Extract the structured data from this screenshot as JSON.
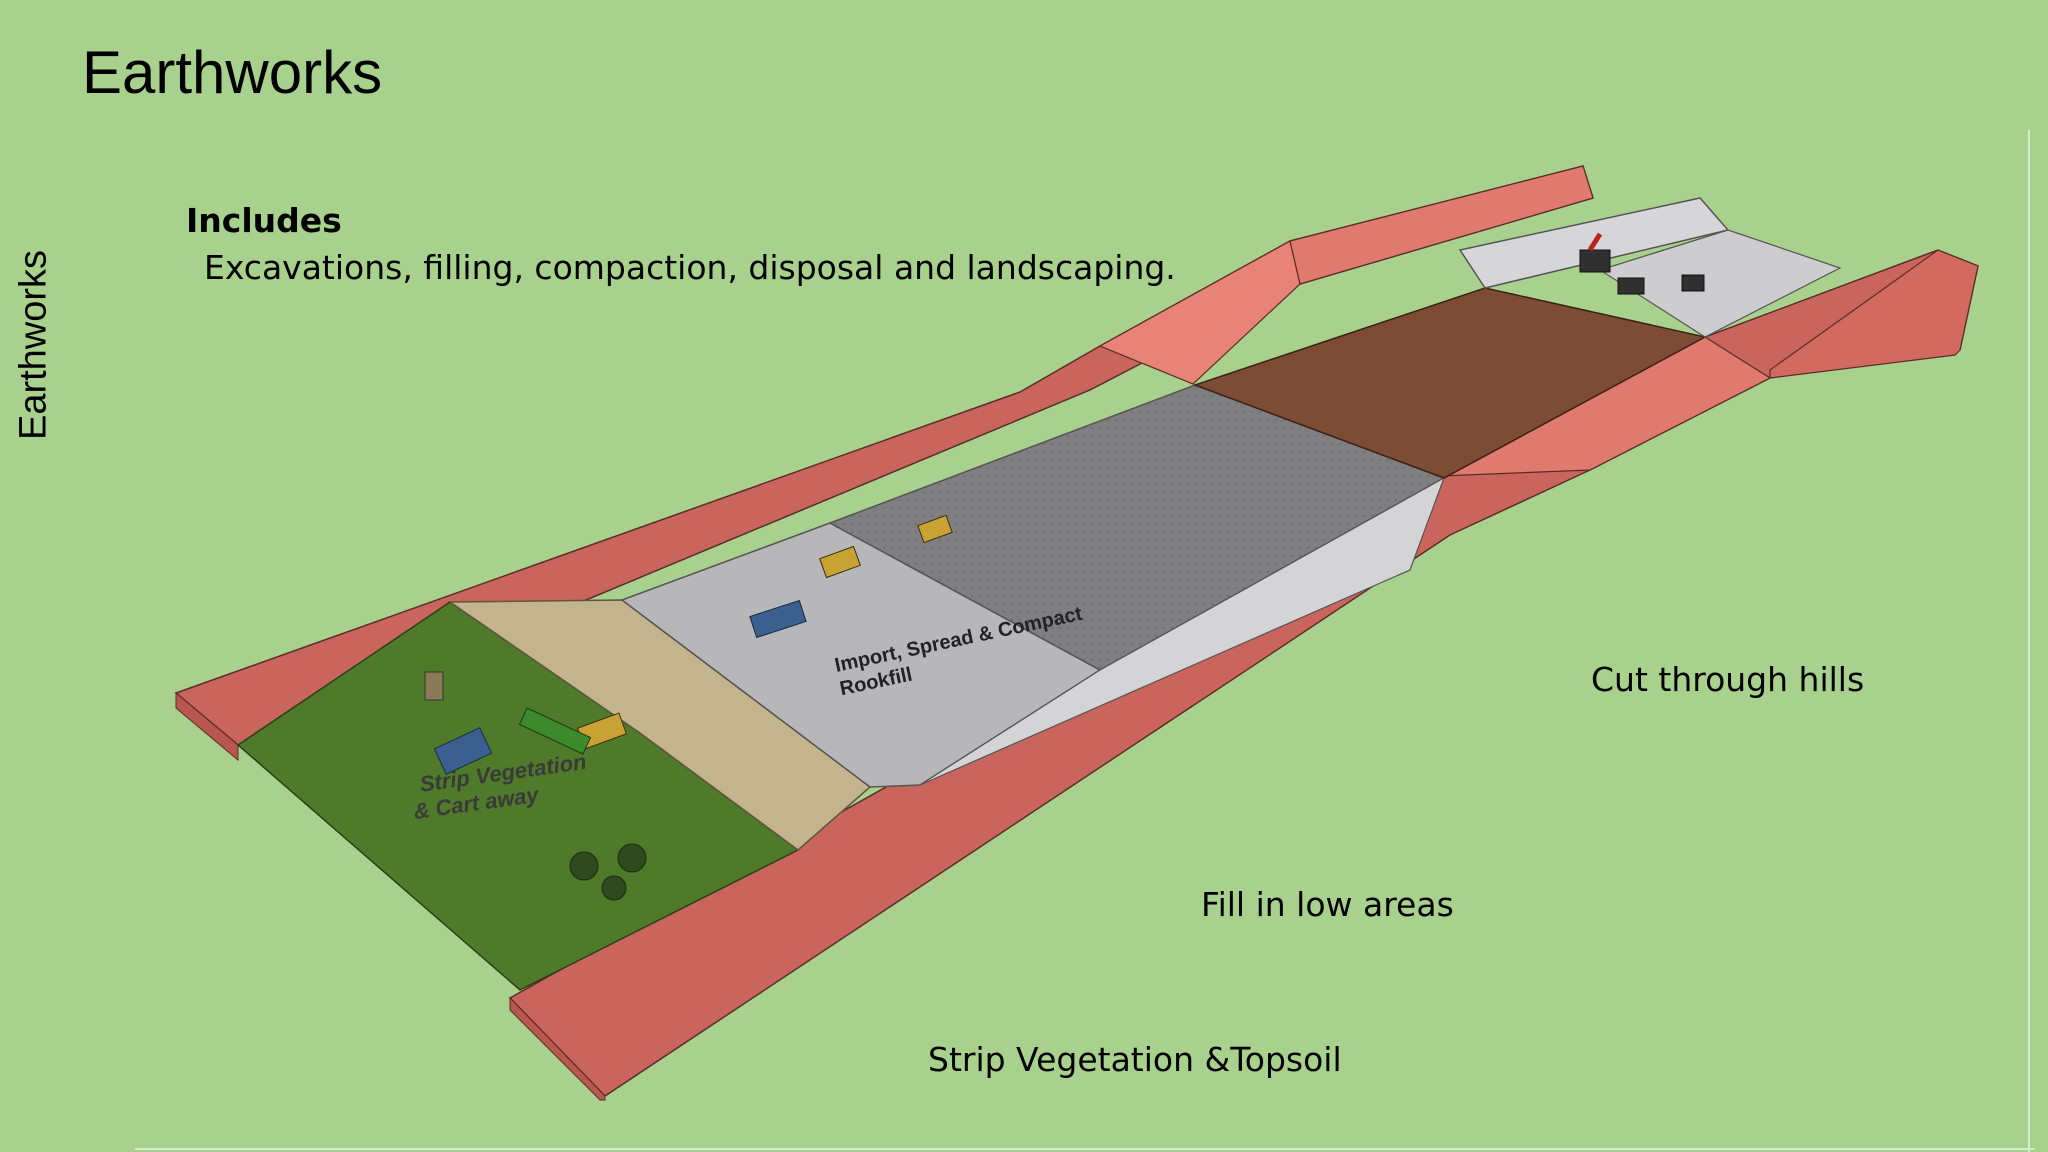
{
  "slide": {
    "title": "Earthworks",
    "side_title": "Earthworks",
    "includes_heading": "Includes",
    "includes_text": "Excavations, filling, compaction, disposal and landscaping."
  },
  "diagram": {
    "labels": {
      "strip_area": [
        "Strip Vegetation",
        "& Cart away"
      ],
      "rockfill_area": [
        "Import, Spread & Compact",
        "Rookfill"
      ]
    },
    "captions": {
      "cut": "Cut through hills",
      "fill": "Fill in low areas",
      "strip": "Strip Vegetation &Topsoil"
    },
    "colors": {
      "background": "#a9d18e",
      "embankment": "#c9655c",
      "embankment_light": "#e88378",
      "vegetation": "#4e7a2a",
      "topsoil": "#c4b48e",
      "rockfill": "#b7b7b9",
      "compacted": "#7d7d80",
      "cut_floor": "#7d4c34",
      "platform": "#d6d6d8"
    },
    "icons": [
      "truck-icon",
      "dozer-icon",
      "tree-icon",
      "excavator-icon",
      "roller-icon"
    ]
  }
}
